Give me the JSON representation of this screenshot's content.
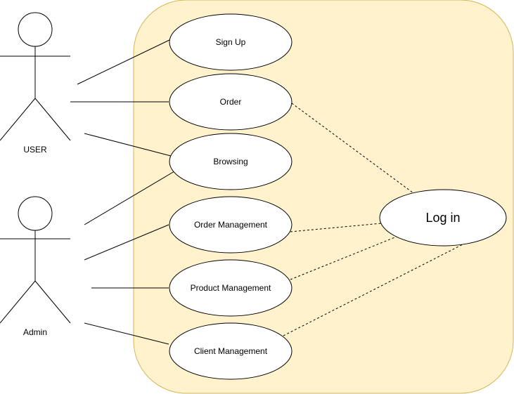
{
  "colors": {
    "system_boundary_fill": "#fff2cc",
    "system_boundary_stroke": "#d6b656",
    "line": "#000000",
    "use_case_fill": "#ffffff"
  },
  "actors": {
    "user": {
      "label": "USER"
    },
    "admin": {
      "label": "Admin"
    }
  },
  "use_cases": {
    "sign_up": "Sign Up",
    "order": "Order",
    "browsing": "Browsing",
    "order_management": "Order Management",
    "product_management": "Product Management",
    "client_management": "Client Management",
    "log_in": "Log in"
  }
}
